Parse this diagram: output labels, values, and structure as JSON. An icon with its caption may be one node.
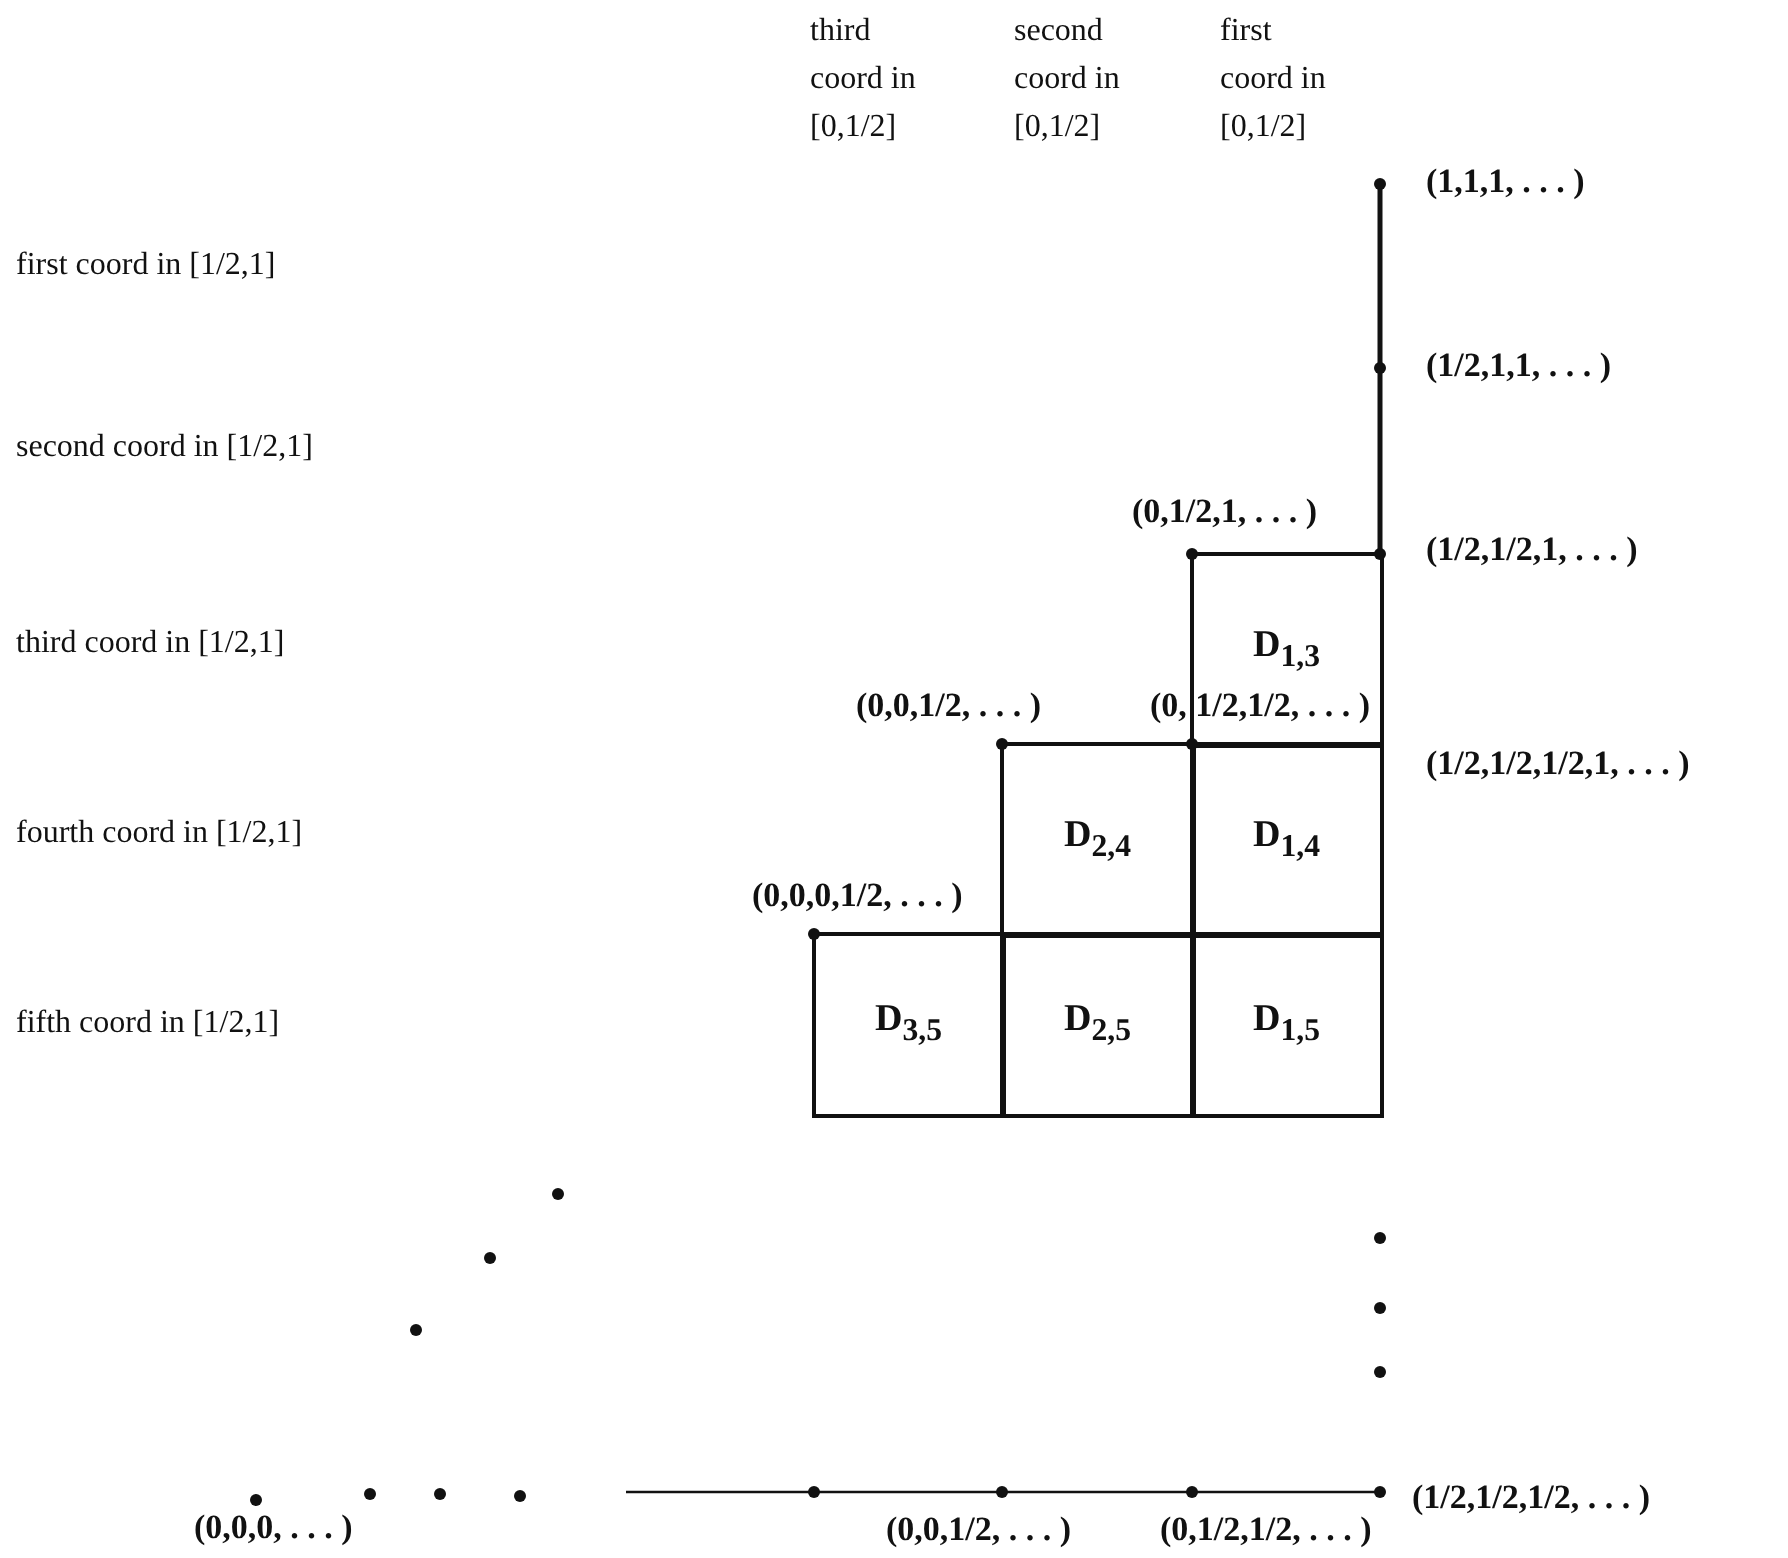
{
  "diagram": {
    "nodes": [
      {
        "text": [
          "D$_{1,3}$"
        ]
      },
      {
        "text": [
          "D$_{2,4}$"
        ]
      },
      {
        "text": [
          "D$_{1,4}$"
        ]
      },
      {
        "text": [
          "D$_{3,5}$"
        ]
      },
      {
        "text": [
          "D$_{2,5}$"
        ]
      },
      {
        "text": [
          "D$_{1,5}$"
        ]
      }
    ],
    "labels": [
      "third coord in [0,1/2]",
      "second coord in [0,1/2]",
      "first coord in [0,1/2]",
      "(1,1,1, . . . )",
      "first coord in [1/2,1]",
      "(1/2,1,1, . . . )",
      "second coord in [1/2,1]",
      "(0,1/2,1, . . . )",
      "(1/2,1/2,1, . . . )",
      "third coord in [1/2,1]",
      "(0,0,1/2, . . . )",
      "(0, 1/2,1/2, . . . )",
      "(1/2,1/2,1/2,1, . . . )",
      "fourth coord in [1/2,1]",
      "(0,0,0,1/2, . . . )",
      "fifth coord in [1/2,1]",
      "(1/2,1/2,1/2, . . . )",
      "(0,0,0, . . . )",
      "(0,0,1/2, . . . )",
      "(0,1/2,1/2, . . . )"
    ]
  }
}
